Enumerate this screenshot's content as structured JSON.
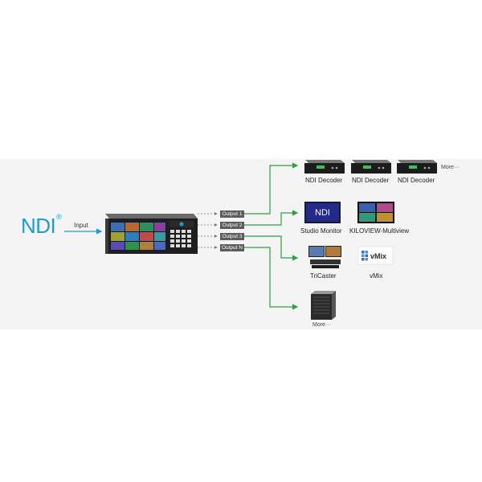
{
  "source": {
    "logo_text": "NDI",
    "logo_mark": "®",
    "input_label": "Input"
  },
  "outputs": [
    "Output 1",
    "Output 2",
    "Output 3",
    "Output N"
  ],
  "destinations": {
    "decoder_label": "NDI Decoder",
    "decoder_more": "More···",
    "studio_monitor": "Studio Monitor",
    "multiview_screen": "NDI",
    "multiview": "KILOVIEW-Multiview",
    "tricaster": "TriCaster",
    "vmix_logo": "vMix",
    "vmix": "vMix",
    "server_more": "More···"
  },
  "colors": {
    "ndi_blue": "#1e9ad6",
    "arrow_green": "#2e9e45",
    "arrow_blue": "#1e9ad6",
    "tag_grey": "#5b5b5b"
  }
}
